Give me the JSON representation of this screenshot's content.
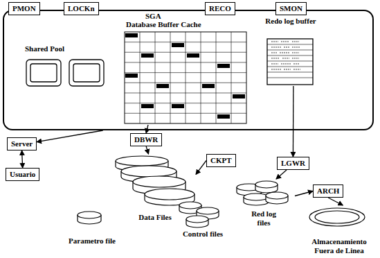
{
  "diagram": {
    "nodes": [
      {
        "text": [
          "PMON"
        ]
      },
      {
        "text": [
          "LOCKn"
        ]
      },
      {
        "text": [
          "RECO"
        ]
      },
      {
        "text": [
          "SMON"
        ]
      },
      {
        "text": [
          "SGA"
        ]
      },
      {
        "text": [
          "Database Buffer Cache"
        ],
        "in": 4
      },
      {
        "text": [
          "Shared Pool"
        ],
        "in": 4
      },
      {
        "text": [
          "Redo log buffer"
        ],
        "in": 4
      },
      {
        "text": [
          "Server"
        ]
      },
      {
        "text": [
          "Usuario"
        ]
      },
      {
        "text": [
          "DBWR"
        ]
      },
      {
        "text": [
          "CKPT"
        ]
      },
      {
        "text": [
          "LGWR"
        ]
      },
      {
        "text": [
          "ARCH"
        ]
      },
      {
        "text": [
          "Data Files"
        ]
      },
      {
        "text": [
          "Red log files"
        ]
      },
      {
        "text": [
          "Control files"
        ]
      },
      {
        "text": [
          "Parametro file"
        ]
      },
      {
        "text": [
          "Almacenamiento Fuera de Linea"
        ]
      }
    ],
    "edges": [
      {
        "from": 4,
        "to": 8,
        "arrow": "to"
      },
      {
        "from": 8,
        "to": 9,
        "arrow": "both"
      },
      {
        "from": 5,
        "to": 10,
        "arrow": "to"
      },
      {
        "from": 10,
        "to": 14,
        "arrow": "to"
      },
      {
        "from": 11,
        "to": 14,
        "arrow": "to"
      },
      {
        "from": 7,
        "to": 12,
        "arrow": "to"
      },
      {
        "from": 12,
        "to": 15,
        "arrow": "to"
      },
      {
        "from": 15,
        "to": 13,
        "arrow": "to"
      },
      {
        "from": 13,
        "to": 18,
        "arrow": "to"
      }
    ]
  }
}
